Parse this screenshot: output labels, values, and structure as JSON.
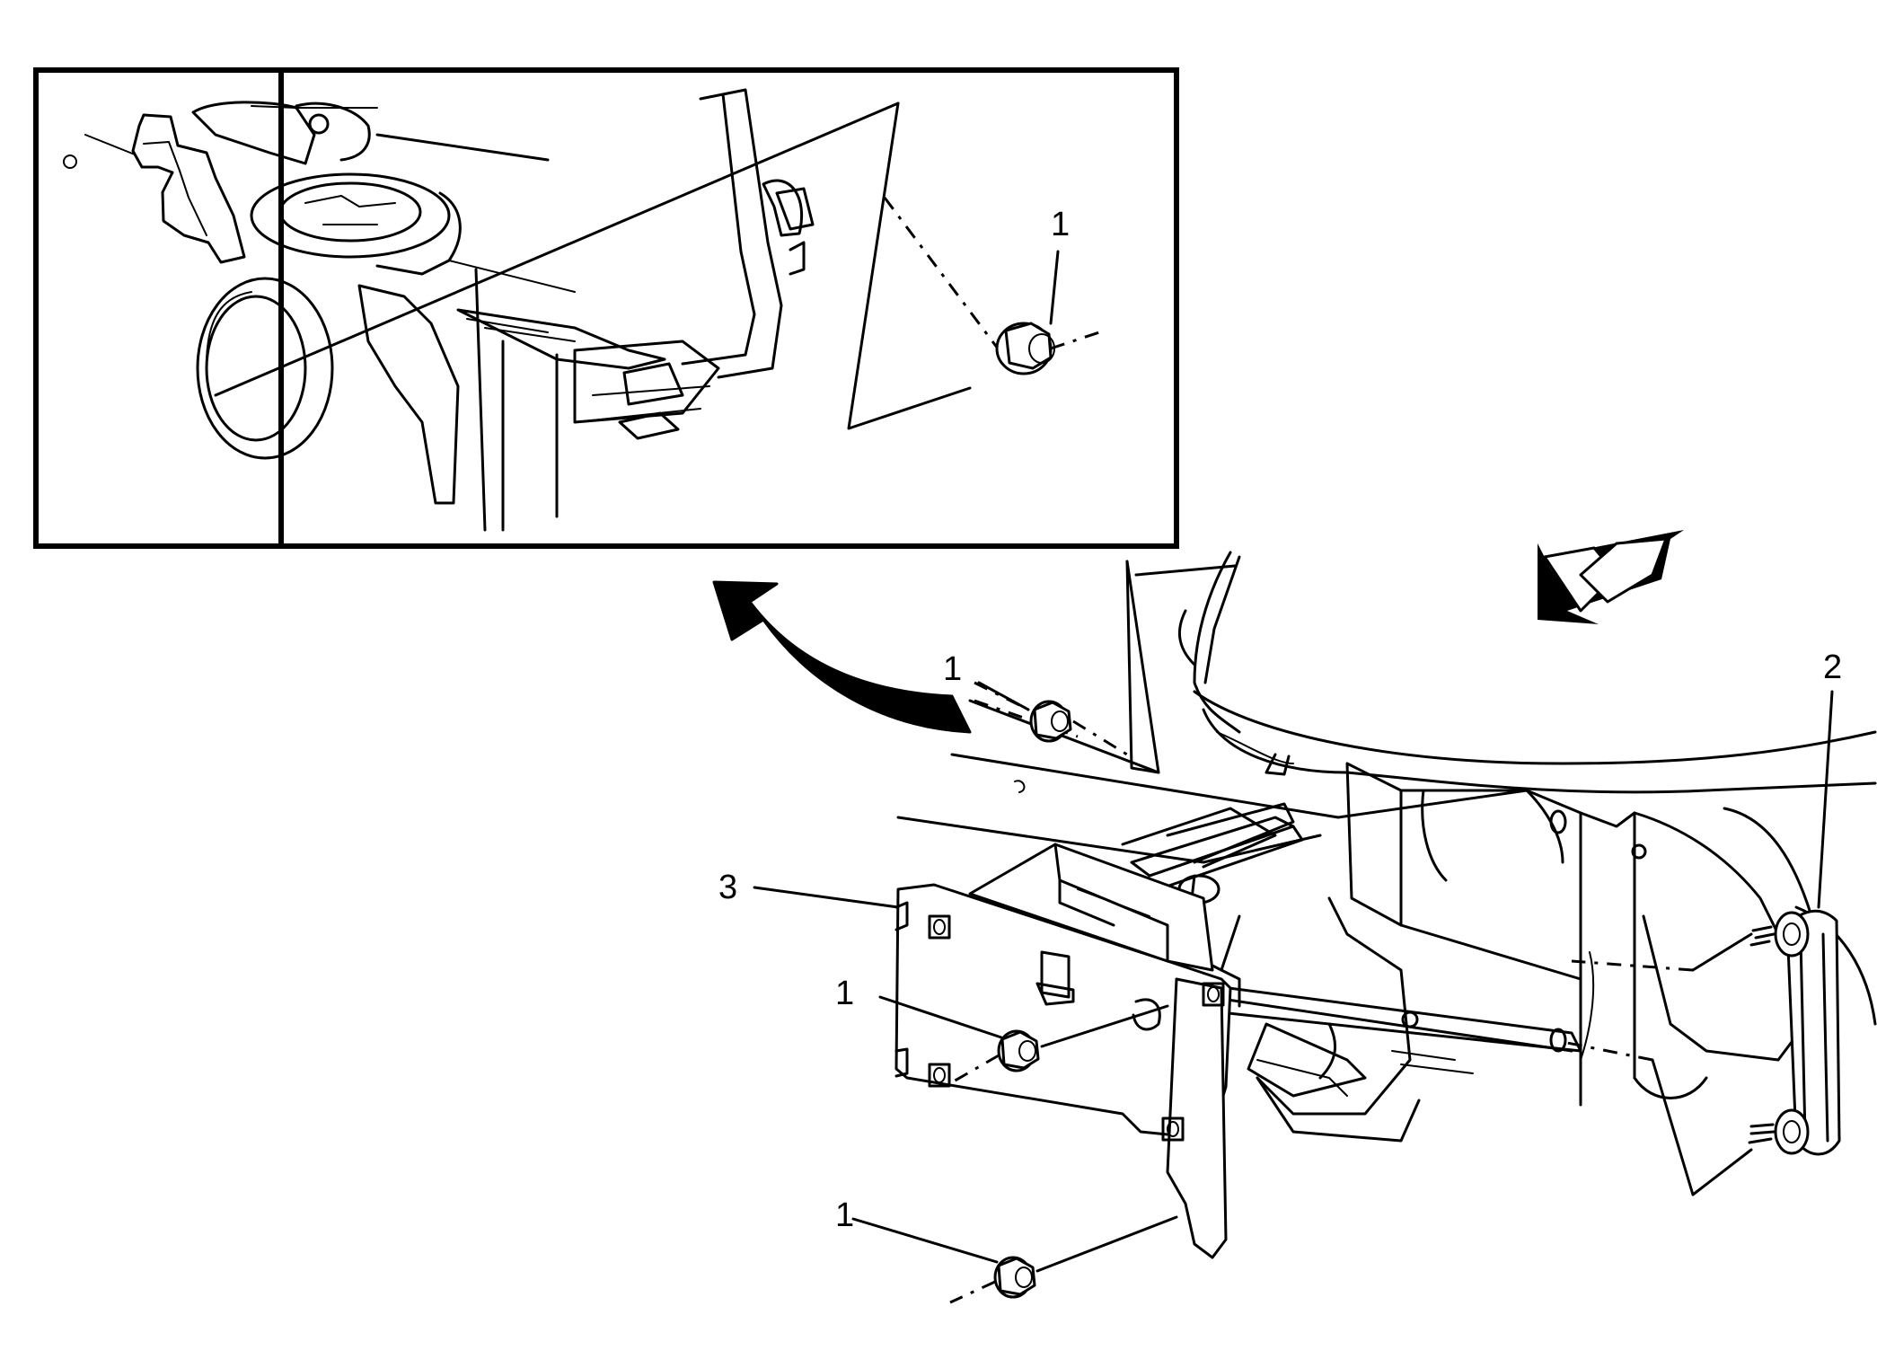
{
  "callouts": {
    "inset_1": "1",
    "upper_1": "1",
    "mid_1": "1",
    "lower_1": "1",
    "label_2": "2",
    "label_3": "3"
  },
  "parts": [
    {
      "number": "1",
      "name": "flange-nut"
    },
    {
      "number": "2",
      "name": "bracket-strut"
    },
    {
      "number": "3",
      "name": "mounting-bracket"
    }
  ],
  "icons": {
    "view_arrow": "curved-arrow-icon",
    "front_arrow": "direction-arrow-icon"
  },
  "colors": {
    "line": "#000000",
    "background": "#ffffff"
  }
}
